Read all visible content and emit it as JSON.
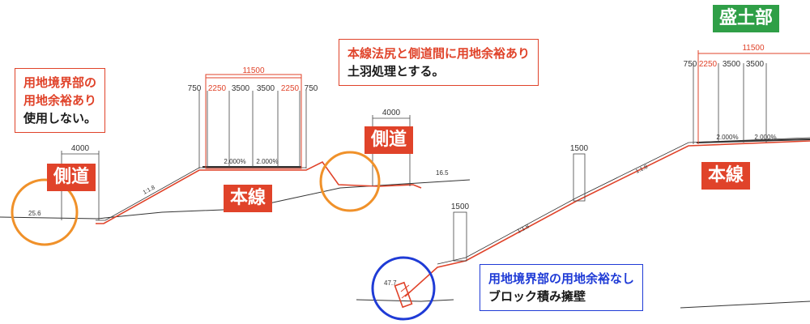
{
  "badge": "盛土部",
  "labels": {
    "sokudo_left": "側道",
    "honsen_left": "本線",
    "sokudo_mid": "側道",
    "honsen_right": "本線"
  },
  "notes": {
    "left": {
      "line1": "用地境界部の",
      "line2": "用地余裕あり",
      "line3": "使用しない。"
    },
    "top": {
      "line1": "本線法尻と側道間に用地余裕あり",
      "line2": "土羽処理とする。"
    },
    "bottom": {
      "line1": "用地境界部の用地余裕なし",
      "line2": "ブロック積み擁壁"
    }
  },
  "dims": {
    "total_left": "11500",
    "seg_left": [
      "750",
      "2250",
      "3500",
      "3500",
      "2250",
      "750"
    ],
    "total_right": "11500",
    "seg_right": [
      "750",
      "2250",
      "3500",
      "3500"
    ],
    "side_width_left": "4000",
    "side_width_mid": "4000",
    "slope_left": "1500",
    "slope_right": "1500",
    "grade_left": [
      "2.000%",
      "2.000%"
    ],
    "grade_right": [
      "2.000%",
      "2.000%"
    ],
    "slope_ratio": "1:1.8",
    "elev_left": "25.6",
    "elev_mid": "16.5",
    "elev_bottom": "47.7"
  },
  "colors": {
    "accent": "#e0432a",
    "blue": "#1f3bd6",
    "orange": "#f0912a",
    "green": "#2f9f47"
  }
}
